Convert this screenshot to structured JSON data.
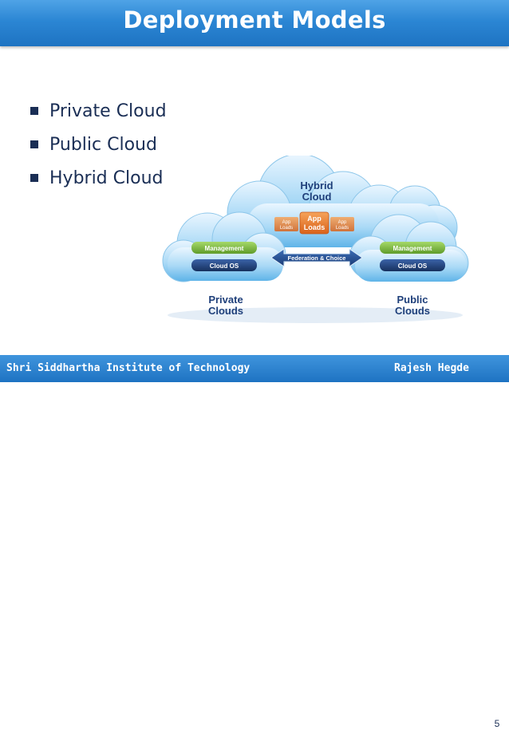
{
  "slide": {
    "title": "Deployment Models",
    "bullets": [
      "Private Cloud",
      "Public Cloud",
      "Hybrid Cloud"
    ]
  },
  "diagram": {
    "hybrid_label_1": "Hybrid",
    "hybrid_label_2": "Cloud",
    "app_loads_1": "App",
    "app_loads_2": "Loads",
    "small_app_1": "App",
    "small_loads_1": "Loads",
    "small_app_2": "App",
    "small_loads_2": "Loads",
    "federation": "Federation & Choice",
    "left_management": "Management",
    "left_cloud_os": "Cloud OS",
    "right_management": "Management",
    "right_cloud_os": "Cloud OS",
    "private_1": "Private",
    "private_2": "Clouds",
    "public_1": "Public",
    "public_2": "Clouds"
  },
  "footer": {
    "institute": "Shri Siddhartha Institute of Technology",
    "author": "Rajesh Hegde",
    "page_number": "5"
  },
  "colors": {
    "title_bar": "#2b86d4",
    "bullet_text": "#1a2e55",
    "management_green": "#7ab83a",
    "cloud_os_navy": "#1e3f7a",
    "app_loads_orange": "#e8762c"
  }
}
